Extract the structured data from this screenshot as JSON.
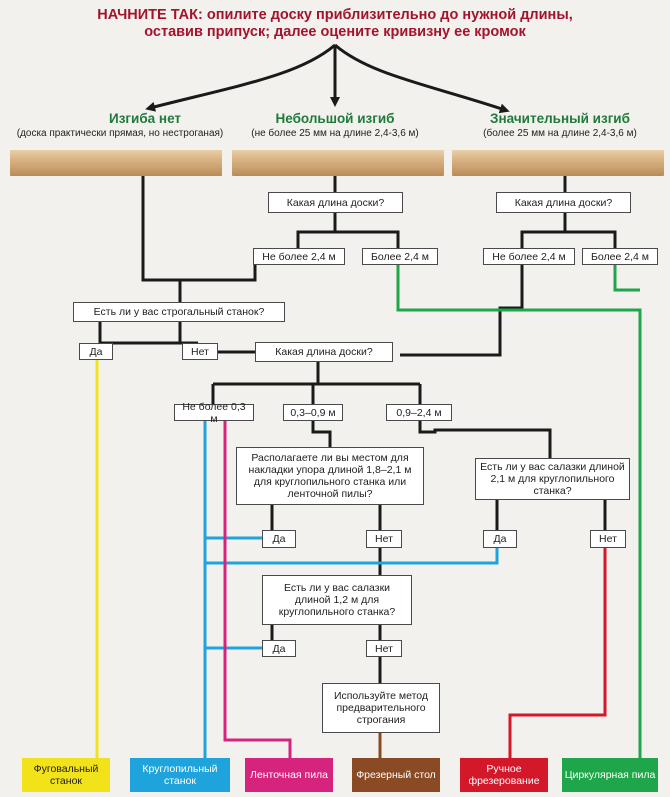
{
  "title": {
    "line1": "НАЧНИТЕ ТАК: опилите доску приблизительно до нужной длины,",
    "line2": "оставив припуск; далее оцените кривизну ее кромок"
  },
  "branches": [
    {
      "title": "Изгиба нет",
      "subtitle": "(доска практически прямая, но нестроганая)"
    },
    {
      "title": "Небольшой изгиб",
      "subtitle": "(не более 25 мм на длине 2,4-3,6 м)"
    },
    {
      "title": "Значительный изгиб",
      "subtitle": "(более 25 мм на длине 2,4-3,6 м)"
    }
  ],
  "questions": {
    "length1": "Какая длина доски?",
    "length2": "Какая длина доски?",
    "planer": "Есть ли у вас строгальный станок?",
    "length3": "Какая длина доски?",
    "space": "Располагаете ли вы местом для накладки упора длиной 1,8–2,1 м для круглопильного станка или ленточной пилы?",
    "sled21": "Есть ли у вас салазки длиной 2,1 м для круглопильного станка?",
    "sled12": "Есть ли у вас салазки длиной 1,2 м для круглопильного станка?",
    "method": "Используйте метод предварительного строгания"
  },
  "answers": {
    "le24_a": "Не более 2,4 м",
    "gt24_a": "Более 2,4 м",
    "le24_b": "Не более 2,4 м",
    "gt24_b": "Более 2,4 м",
    "yes_planer": "Да",
    "no_planer": "Нет",
    "le03": "Не более 0,3 м",
    "r0309": "0,3–0,9 м",
    "r0924": "0,9–2,4 м",
    "yes_space": "Да",
    "no_space": "Нет",
    "yes_sled21": "Да",
    "no_sled21": "Нет",
    "yes_sled12": "Да",
    "no_sled12": "Нет"
  },
  "outcomes": [
    {
      "label": "Фуговальный станок",
      "color": "#f2e21a",
      "text_color": "#1e1e1e"
    },
    {
      "label": "Круглопильный станок",
      "color": "#1fa3dc",
      "text_color": "#ffffff"
    },
    {
      "label": "Ленточная пила",
      "color": "#d6247e",
      "text_color": "#ffffff"
    },
    {
      "label": "Фрезерный стол",
      "color": "#8a4a24",
      "text_color": "#ffffff"
    },
    {
      "label": "Ручное фрезерование",
      "color": "#d3182a",
      "text_color": "#ffffff"
    },
    {
      "label": "Циркулярная пила",
      "color": "#1fa54a",
      "text_color": "#ffffff"
    }
  ],
  "colors": {
    "title": "#a3132a",
    "branch": "#1f7a3a",
    "line": "#1a1a1a"
  }
}
